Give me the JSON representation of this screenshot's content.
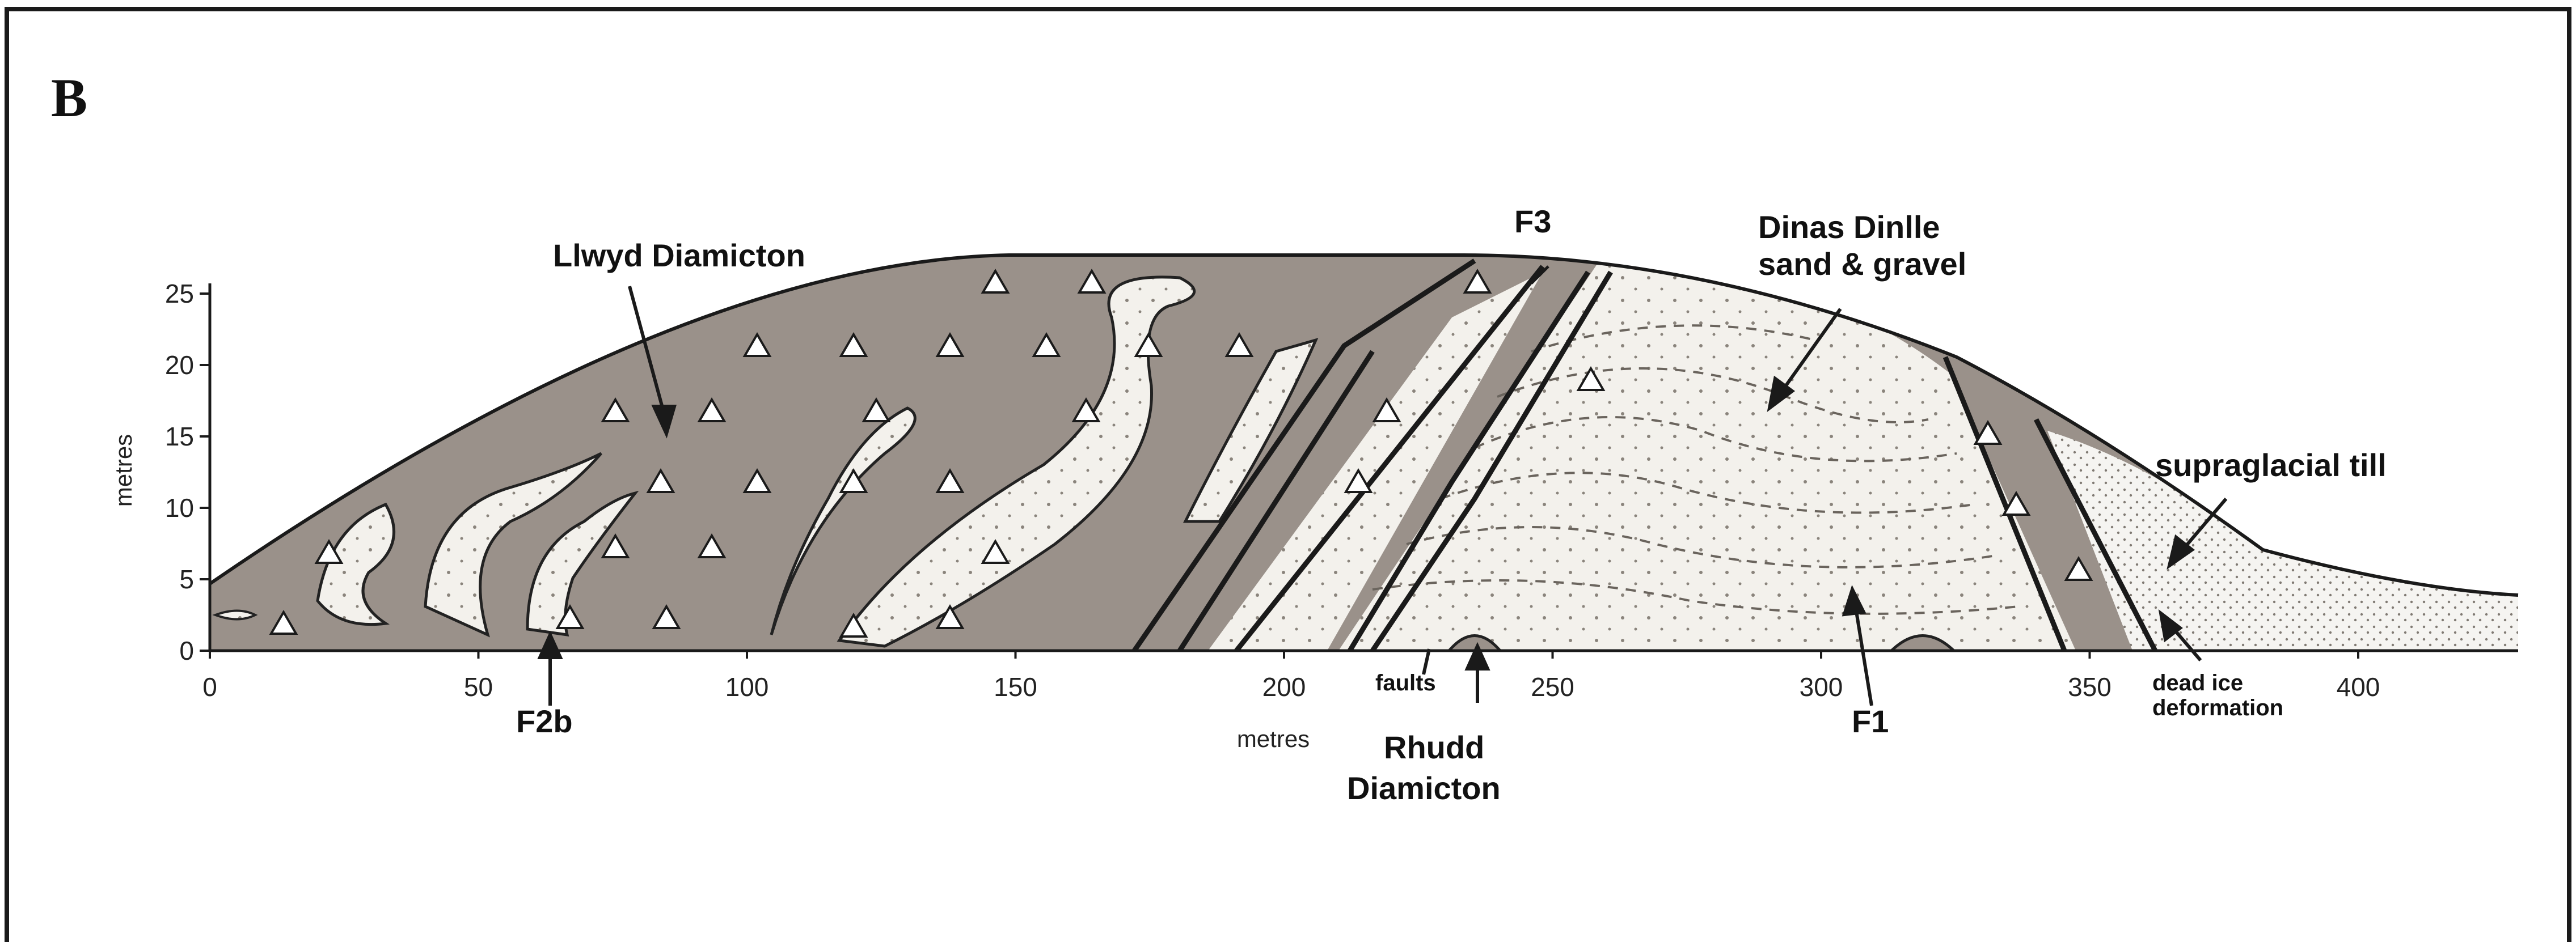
{
  "panel_label": "B",
  "x_axis": {
    "title": "metres",
    "range": [
      0,
      430
    ],
    "ticks": [
      "0",
      "50",
      "100",
      "150",
      "200",
      "250",
      "300",
      "350",
      "400"
    ]
  },
  "y_axis": {
    "title": "metres",
    "range": [
      0,
      27
    ],
    "ticks": [
      "0",
      "5",
      "10",
      "15",
      "20",
      "25"
    ]
  },
  "labels": {
    "llwyd": "Llwyd Diamicton",
    "f3": "F3",
    "dinas_line1": "Dinas Dinlle",
    "dinas_line2": "sand & gravel",
    "supraglacial": "supraglacial till",
    "f2b": "F2b",
    "faults": "faults",
    "rhudd_line1": "Rhudd",
    "rhudd_line2": "Diamicton",
    "f1": "F1",
    "dead_ice_line1": "dead ice",
    "dead_ice_line2": "deformation"
  },
  "colors": {
    "diamicton": "#9a918a",
    "sand": "#f3f1ec",
    "ink": "#1a1a1a"
  }
}
